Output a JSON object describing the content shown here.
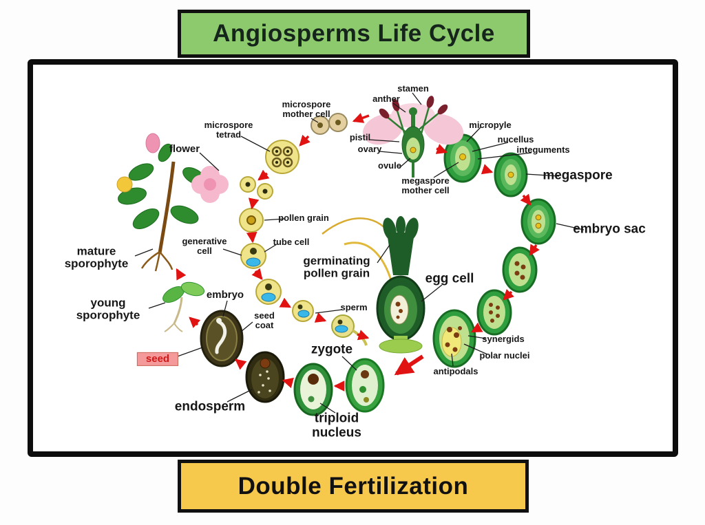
{
  "header": {
    "title": "Angiosperms Life Cycle"
  },
  "footer": {
    "title": "Double Fertilization"
  },
  "labels": {
    "stamen": "stamen",
    "anther": "anther",
    "microspore_mother_cell": "microspore\nmother cell",
    "microspore_tetrad": "microspore\ntetrad",
    "micropyle": "micropyle",
    "nucellus": "nucellus",
    "integuments": "integuments",
    "pistil": "pistil",
    "ovary": "ovary",
    "ovule": "ovule",
    "flower": "flower",
    "megaspore": "megaspore",
    "megaspore_mother_cell": "megaspore\nmother cell",
    "pollen_grain": "pollen grain",
    "embryo_sac": "embryo sac",
    "tube_cell": "tube cell",
    "generative_cell": "generative\ncell",
    "germinating_pollen_grain": "germinating\npollen grain",
    "egg_cell": "egg cell",
    "mature_sporophyte": "mature\nsporophyte",
    "young_sporophyte": "young\nsporophyte",
    "embryo": "embryo",
    "sperm": "sperm",
    "seed_coat": "seed\ncoat",
    "seed": "seed",
    "zygote": "zygote",
    "synergids": "synergids",
    "polar_nuclei": "polar nuclei",
    "antipodals": "antipodals",
    "endosperm": "endosperm",
    "triploid_nucleus": "triploid\nnucleus"
  },
  "colors": {
    "top_banner": "#8dc96d",
    "bottom_banner": "#f6c84b",
    "arrow": "#e01212",
    "seed_highlight_bg": "#f49a9a",
    "seed_highlight_text": "#d01818"
  }
}
